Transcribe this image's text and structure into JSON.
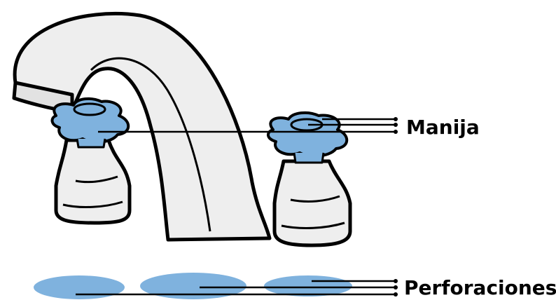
{
  "labels": {
    "handle": "Manija",
    "holes": "Perforaciones"
  },
  "colors": {
    "fixture_fill": "#eeeeee",
    "handle_fill": "#7fb2de",
    "hole_fill": "#7fb2de",
    "outline": "#000000"
  },
  "icons": {
    "spout": "faucet-spout",
    "left_handle": "cross-handle",
    "right_handle": "cross-handle"
  }
}
